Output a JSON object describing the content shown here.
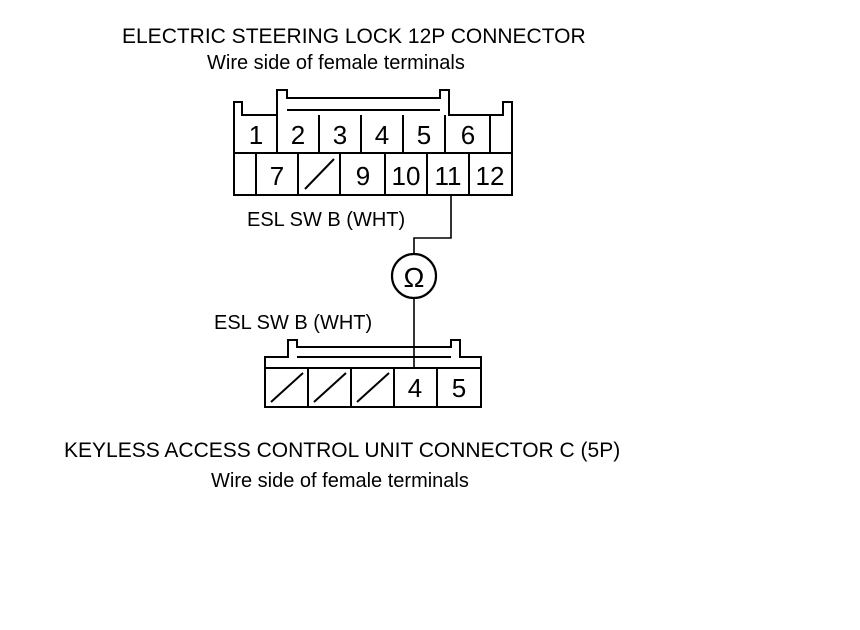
{
  "top_connector": {
    "title": "ELECTRIC STEERING LOCK 12P CONNECTOR",
    "subtitle": "Wire side of female terminals",
    "row1": [
      "1",
      "2",
      "3",
      "4",
      "5",
      "6"
    ],
    "row2": [
      "7",
      "9",
      "10",
      "11",
      "12"
    ],
    "wire_label": "ESL SW B (WHT)"
  },
  "meter": {
    "symbol": "Ω"
  },
  "bottom_connector": {
    "wire_label": "ESL SW B (WHT)",
    "terminals": [
      "4",
      "5"
    ],
    "title": "KEYLESS ACCESS CONTROL UNIT CONNECTOR C (5P)",
    "subtitle": "Wire side of female terminals"
  },
  "colors": {
    "line": "#000000",
    "background": "#ffffff"
  }
}
